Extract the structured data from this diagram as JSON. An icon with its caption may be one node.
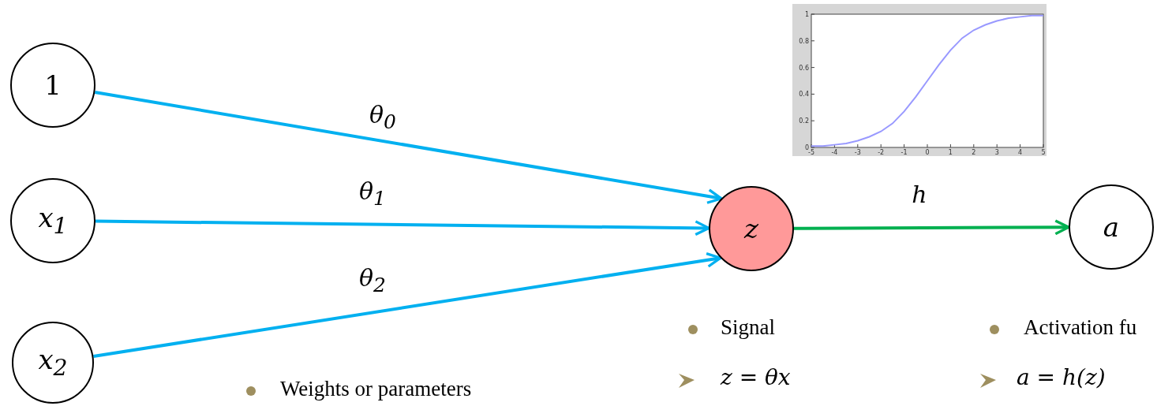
{
  "diagram": {
    "nodes": [
      {
        "text": [
          "1"
        ]
      },
      {
        "text": [
          "x$_{1}$"
        ]
      },
      {
        "text": [
          "x$_{2}$"
        ]
      },
      {
        "text": [
          "z"
        ]
      },
      {
        "text": [
          "a"
        ]
      }
    ],
    "edges": [
      {
        "from": 0,
        "to": 3,
        "arrow": "to",
        "label": "θ$_{0}$"
      },
      {
        "from": 1,
        "to": 3,
        "arrow": "to",
        "label": "θ$_{1}$"
      },
      {
        "from": 2,
        "to": 3,
        "arrow": "to",
        "label": "θ$_{2}$"
      },
      {
        "from": 3,
        "to": 4,
        "arrow": "to",
        "label": "h",
        "color": "#00b050"
      }
    ],
    "labels": [
      "Signal",
      "Activation fu",
      "z = θx",
      "a = h(z)",
      "Weights or parameters"
    ],
    "chart_data": {
      "type": "line",
      "x": [
        -5,
        -4.5,
        -4,
        -3.5,
        -3,
        -2.5,
        -2,
        -1.5,
        -1,
        -0.5,
        0,
        0.5,
        1,
        1.5,
        2,
        2.5,
        3,
        3.5,
        4,
        4.5,
        5
      ],
      "series": [
        {
          "color": "#9999ff",
          "values": [
            0.01,
            0.01,
            0.02,
            0.03,
            0.05,
            0.08,
            0.12,
            0.18,
            0.27,
            0.38,
            0.5,
            0.62,
            0.73,
            0.82,
            0.88,
            0.92,
            0.95,
            0.97,
            0.98,
            0.99,
            0.99
          ]
        }
      ],
      "xlim": [
        -5,
        5
      ],
      "ylim": [
        0,
        1
      ],
      "xticks": [
        -5,
        -4,
        -3,
        -2,
        -1,
        0,
        1,
        2,
        3,
        4,
        5
      ],
      "yticks": [
        0,
        0.2,
        0.4,
        0.6,
        0.8,
        1
      ]
    }
  }
}
